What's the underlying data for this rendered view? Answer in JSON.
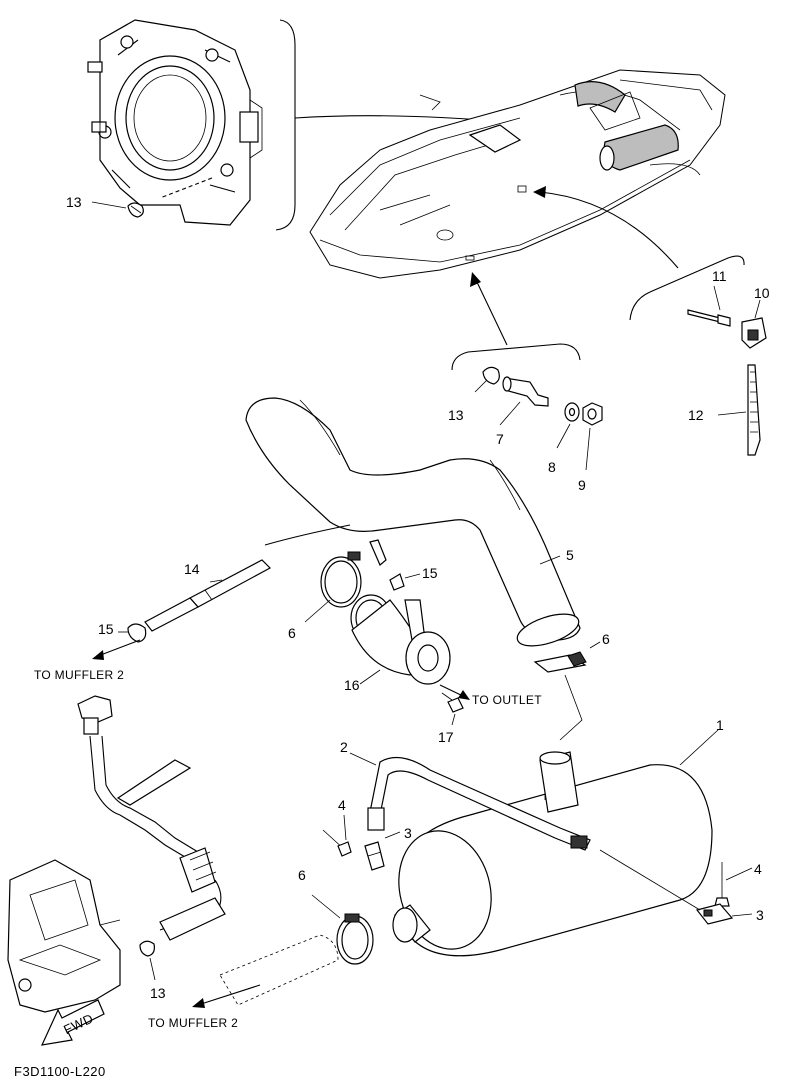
{
  "drawing_code": "F3D1100-L220",
  "fwd_label": "FWD",
  "notes": {
    "to_muffler_2_upper": "TO MUFFLER 2",
    "to_muffler_2_lower": "TO MUFFLER 2",
    "to_outlet": "TO OUTLET"
  },
  "callouts": [
    {
      "id": "c-13a",
      "label": "13"
    },
    {
      "id": "c-11",
      "label": "11"
    },
    {
      "id": "c-10",
      "label": "10"
    },
    {
      "id": "c-12",
      "label": "12"
    },
    {
      "id": "c-13b",
      "label": "13"
    },
    {
      "id": "c-7",
      "label": "7"
    },
    {
      "id": "c-8",
      "label": "8"
    },
    {
      "id": "c-9",
      "label": "9"
    },
    {
      "id": "c-5",
      "label": "5"
    },
    {
      "id": "c-14",
      "label": "14"
    },
    {
      "id": "c-15a",
      "label": "15"
    },
    {
      "id": "c-15b",
      "label": "15"
    },
    {
      "id": "c-6a",
      "label": "6"
    },
    {
      "id": "c-6b",
      "label": "6"
    },
    {
      "id": "c-16",
      "label": "16"
    },
    {
      "id": "c-17",
      "label": "17"
    },
    {
      "id": "c-1",
      "label": "1"
    },
    {
      "id": "c-2",
      "label": "2"
    },
    {
      "id": "c-4a",
      "label": "4"
    },
    {
      "id": "c-3a",
      "label": "3"
    },
    {
      "id": "c-4b",
      "label": "4"
    },
    {
      "id": "c-3b",
      "label": "3"
    },
    {
      "id": "c-6c",
      "label": "6"
    },
    {
      "id": "c-13c",
      "label": "13"
    }
  ]
}
